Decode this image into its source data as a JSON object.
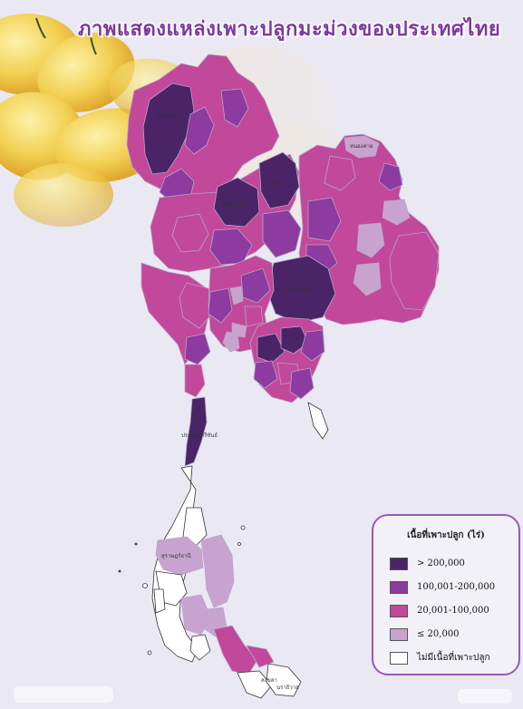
{
  "title": "ภาพแสดงแหล่งเพาะปลูกมะม่วงของประเทศไทย",
  "legend": {
    "title": "เนื้อที่เพาะปลูก (ไร่)",
    "items": [
      {
        "label": "> 200,000",
        "color": "#4a2467"
      },
      {
        "label": "100,001-200,000",
        "color": "#8d3ba0"
      },
      {
        "label": "20,001-100,000",
        "color": "#c2489b"
      },
      {
        "label": "≤ 20,000",
        "color": "#c9a3cf"
      },
      {
        "label": "ไม่มีเนื้อที่เพาะปลูก",
        "color": "#ffffff"
      }
    ]
  },
  "province_labels": {
    "chiang_mai": "เชียงใหม่",
    "phitsanulok": "พิษณุโลก",
    "loei": "เลย",
    "nong_khai": "หนองคาย",
    "nakhon_ratchasima": "นครราชสีมา",
    "prachuap": "ประจวบคีรีขันธ์",
    "surat": "สุราษฎร์ธานี",
    "songkhla": "สงขลา",
    "narathiwat": "นราธิวาส"
  }
}
